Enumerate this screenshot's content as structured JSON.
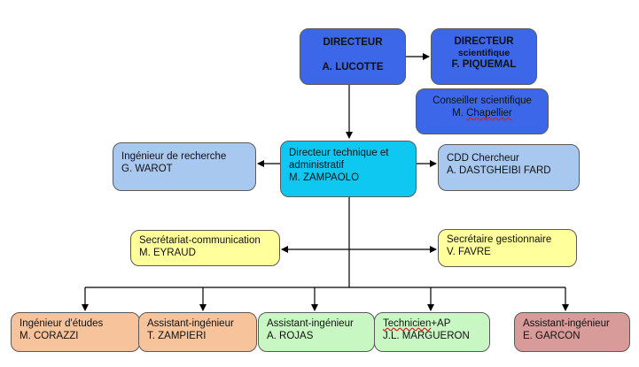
{
  "colors": {
    "dark_blue": "#3b67e8",
    "cyan": "#0fc8f2",
    "light_blue": "#a9c8f0",
    "light_yellow": "#ffff9c",
    "light_orange": "#f7c39b",
    "light_green": "#c9f7c3",
    "light_red": "#d99a9a",
    "line": "#000000"
  },
  "nodes": {
    "director": {
      "title": "DIRECTEUR",
      "name": "A. LUCOTTE"
    },
    "scientific_director": {
      "title": "DIRECTEUR",
      "subtitle": "scientifique",
      "name": "F. PIQUEMAL"
    },
    "scientific_advisor": {
      "title": "Conseiller scientifique",
      "name_prefix": "M. ",
      "name_surname": "Chapellier"
    },
    "technical_director": {
      "title_line1": "Directeur technique et",
      "title_line2": "administratif",
      "name": "M. ZAMPAOLO"
    },
    "research_engineer": {
      "title": "Ingénieur de recherche",
      "name": "G. WAROT"
    },
    "cdd_researcher": {
      "title": "CDD Chercheur",
      "name": "A. DASTGHEIBI FARD"
    },
    "secretariat": {
      "title": "Secrétariat-communication",
      "name": "M. EYRAUD"
    },
    "secretary_manager": {
      "title": "Secrétaire gestionnaire",
      "name": "V. FAVRE"
    },
    "bottom": [
      {
        "title": "Ingénieur d'études",
        "name": "M. CORAZZI"
      },
      {
        "title": "Assistant-ingénieur",
        "name": "T. ZAMPIERI"
      },
      {
        "title": "Assistant-ingénieur",
        "name": "A. ROJAS"
      },
      {
        "title_underlined": "Technicien",
        "title_rest": "+AP",
        "name": "J.L. MARGUERON"
      },
      {
        "title": "Assistant-ingénieur",
        "name": "E. GARCON"
      }
    ]
  }
}
